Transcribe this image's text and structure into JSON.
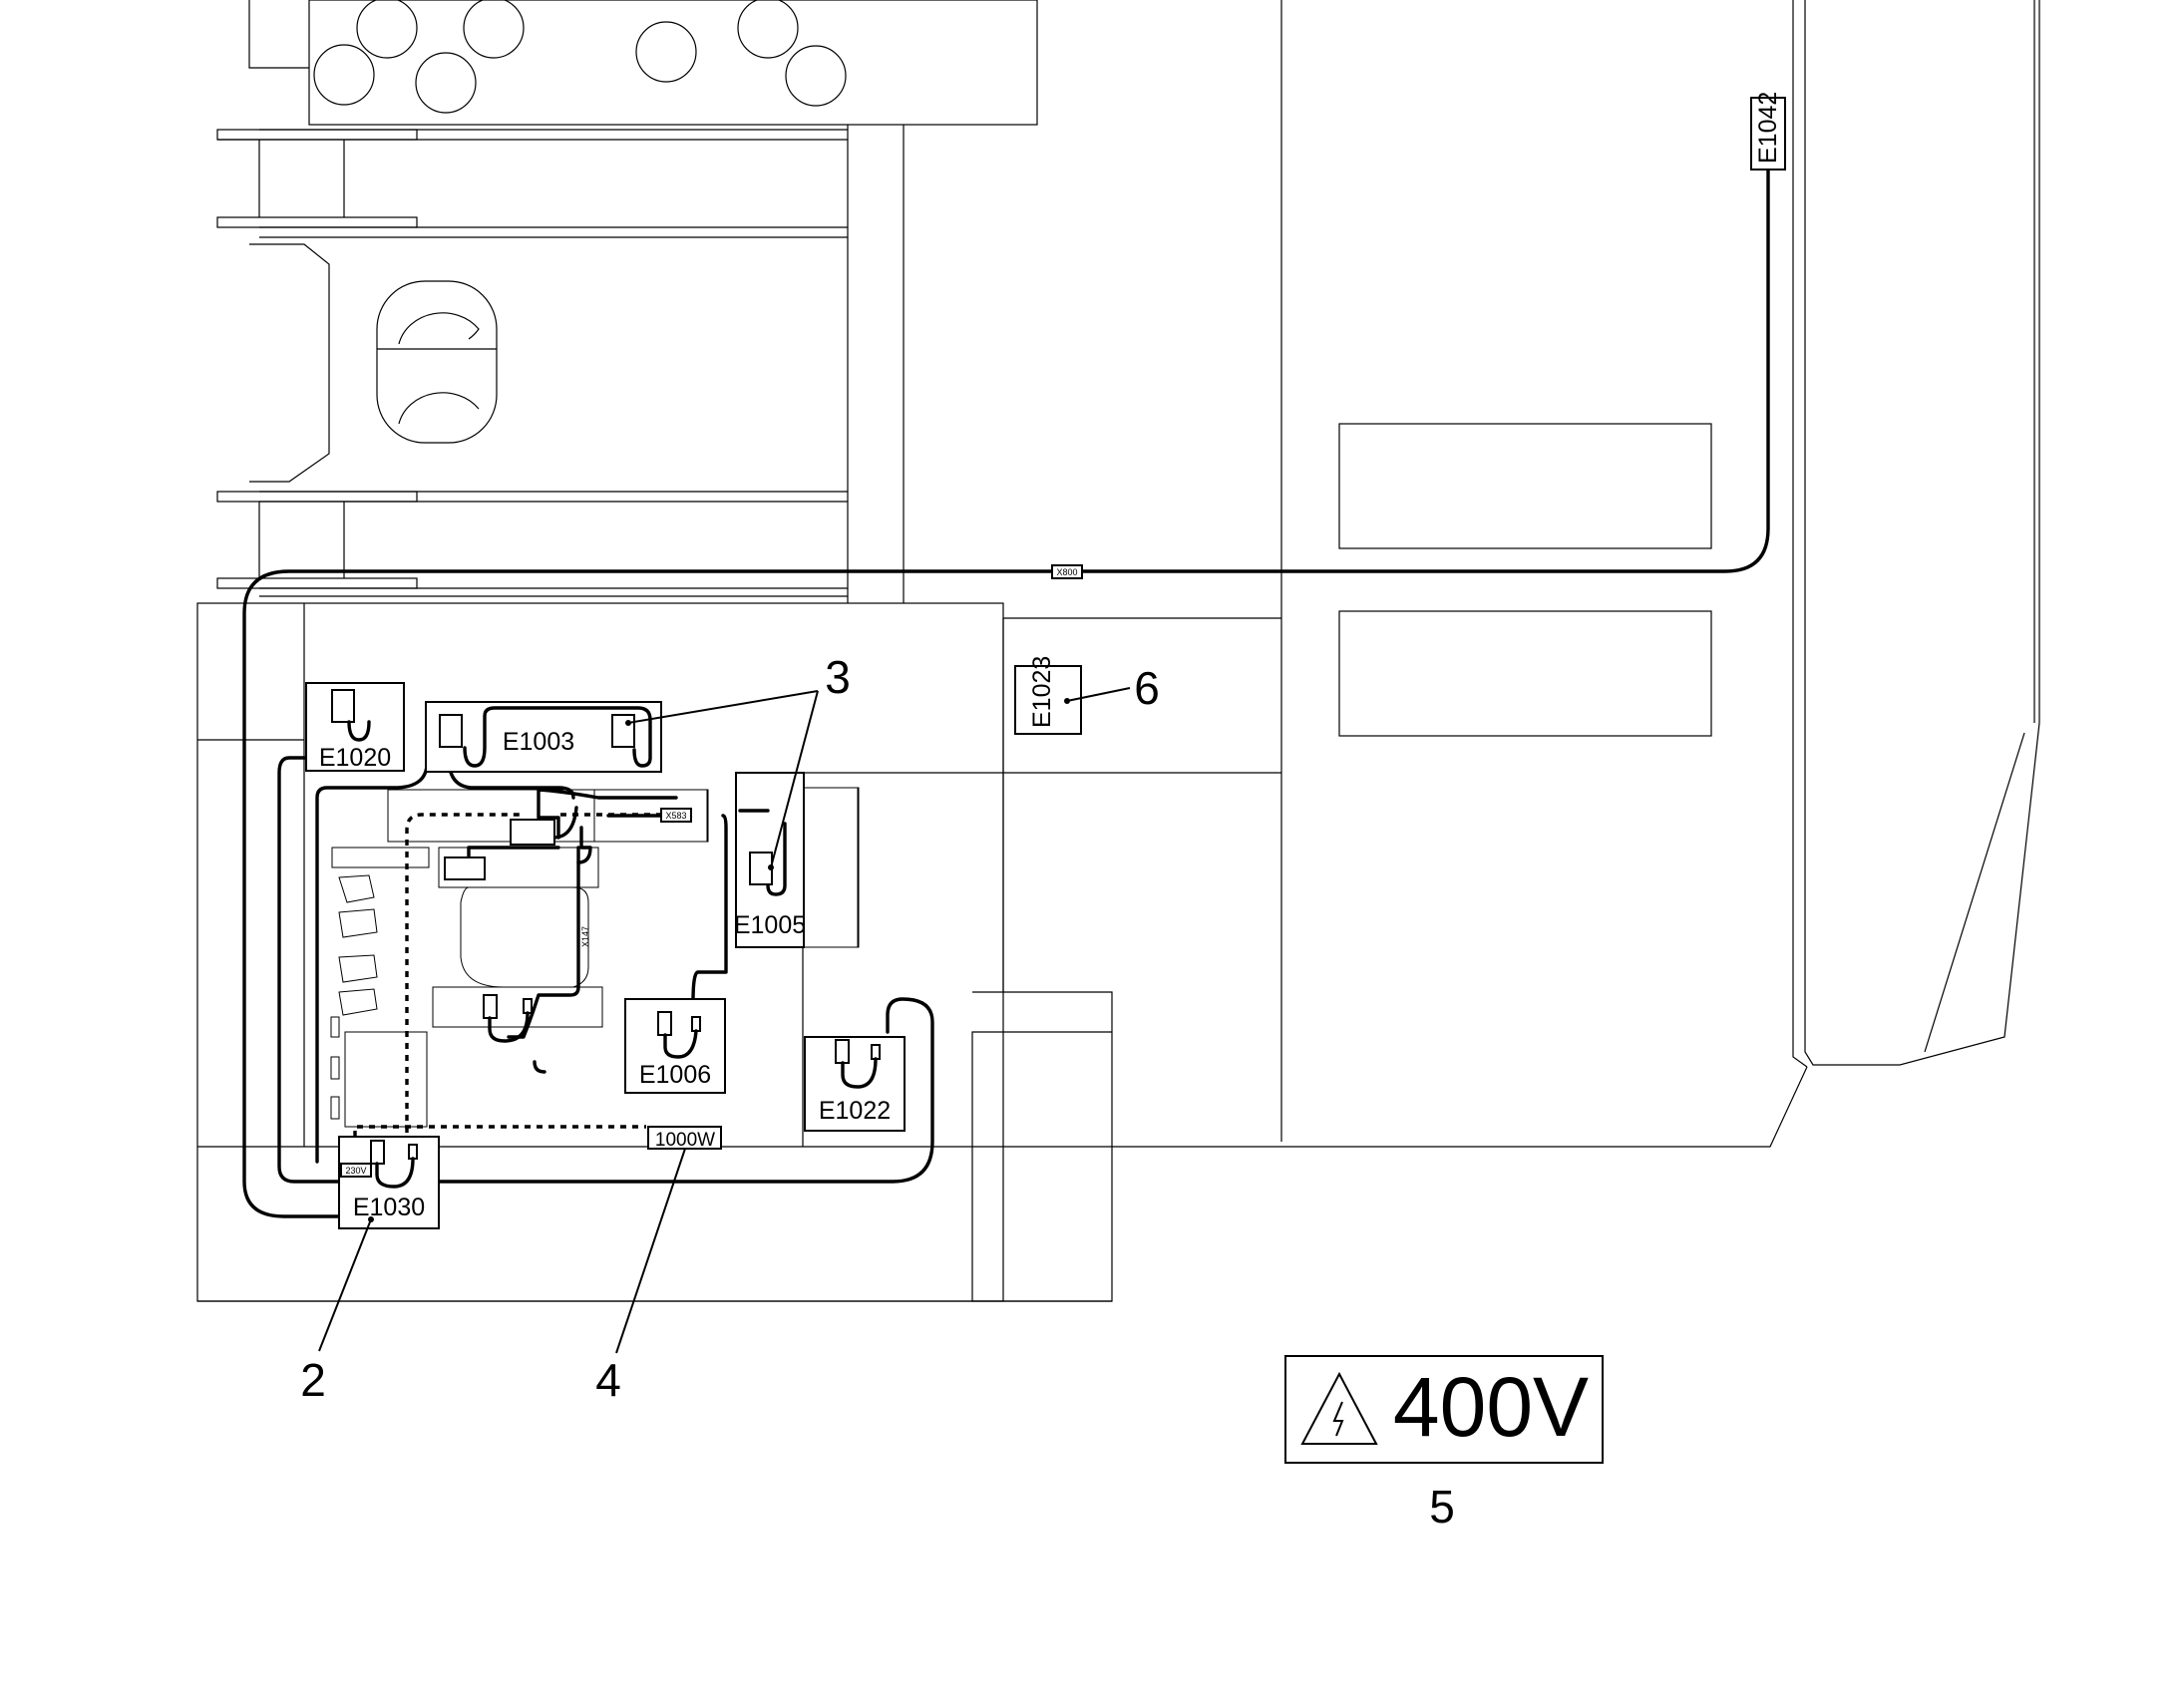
{
  "components": {
    "e1042": "E1042",
    "e1003": "E1003",
    "e1020": "E1020",
    "e1023": "E1023",
    "e1005": "E1005",
    "e1006": "E1006",
    "e1022": "E1022",
    "e1030": "E1030"
  },
  "connectors": {
    "x800": "X800",
    "x583": "X583",
    "x147": "X147"
  },
  "ratings": {
    "v230": "230V",
    "w1000": "1000W",
    "v400": "400V"
  },
  "callouts": {
    "c2": "2",
    "c3": "3",
    "c4": "4",
    "c5": "5",
    "c6": "6"
  }
}
